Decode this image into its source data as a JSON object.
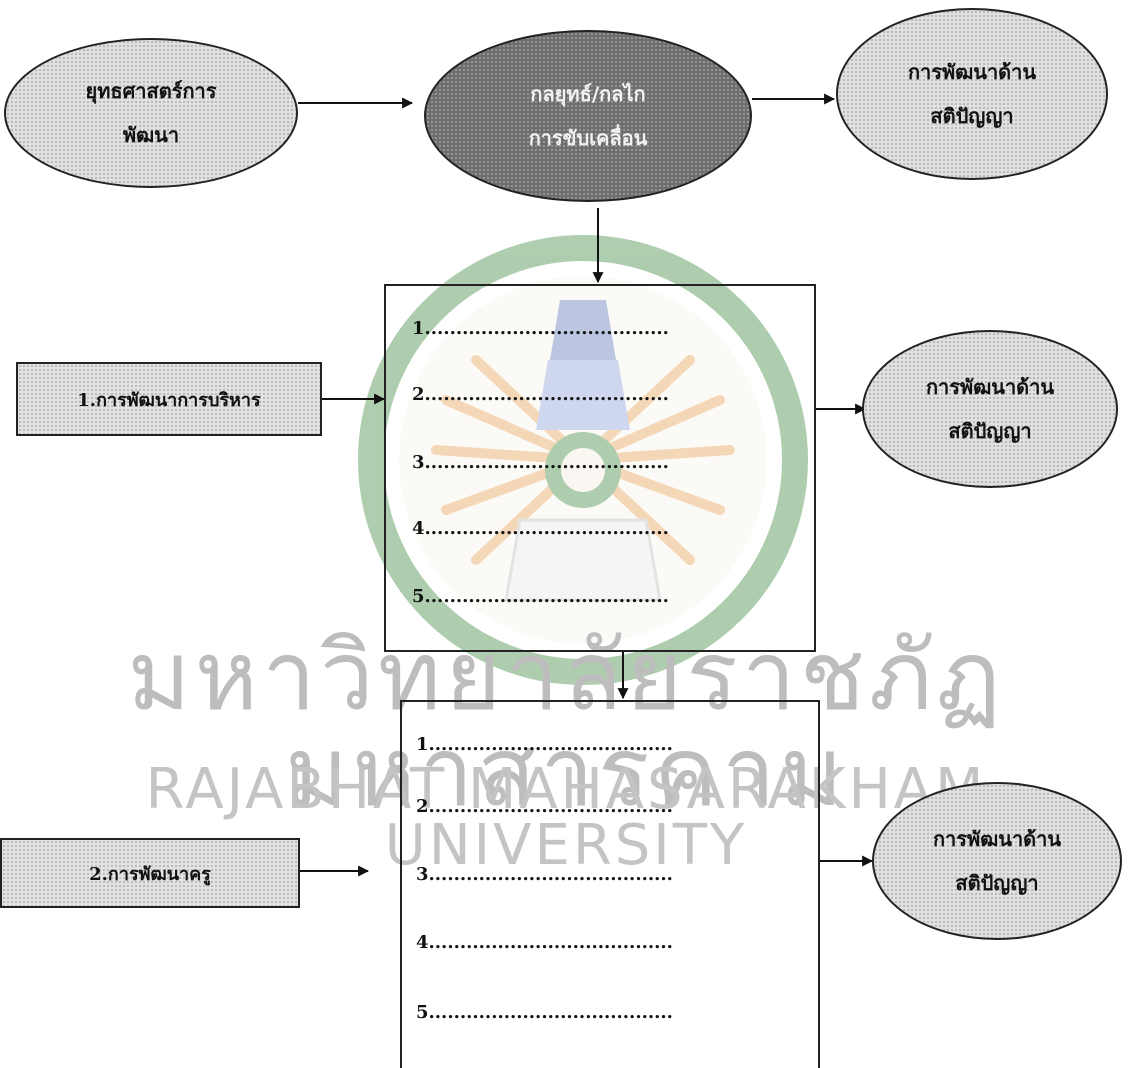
{
  "top_row": {
    "strategy": [
      "ยุทธศาสตร์การ",
      "พัฒนา"
    ],
    "mechanism": [
      "กลยุทธ์/กลไก",
      "การขับเคลื่อน"
    ],
    "outcome": [
      "การพัฒนาด้าน",
      "สติปัญญา"
    ]
  },
  "section1": {
    "label": "1.การพัฒนาการบริหาร",
    "items": [
      "1.......................................",
      "2.......................................",
      "3.......................................",
      "4.......................................",
      "5......................................."
    ],
    "outcome": [
      "การพัฒนาด้าน",
      "สติปัญญา"
    ]
  },
  "section2": {
    "label": "2.การพัฒนาครู",
    "items": [
      "1.......................................",
      "2.......................................",
      "3.......................................",
      "4.......................................",
      "5......................................."
    ],
    "outcome": [
      "การพัฒนาด้าน",
      "สติปัญญา"
    ]
  },
  "watermark": {
    "thai": "มหาวิทยาลัยราชภัฏมหาสารคาม",
    "english": "RAJABHAT MAHASARAKHAM UNIVERSITY"
  },
  "colors": {
    "line": "#111111",
    "light_fill": "#e2e2e2",
    "dark_fill": "#6c6c6c",
    "watermark_text": "#bdbdbd",
    "seal_green": "#5f9d5f",
    "seal_orange": "#ebb070",
    "seal_blue": "#7d8fc4"
  }
}
